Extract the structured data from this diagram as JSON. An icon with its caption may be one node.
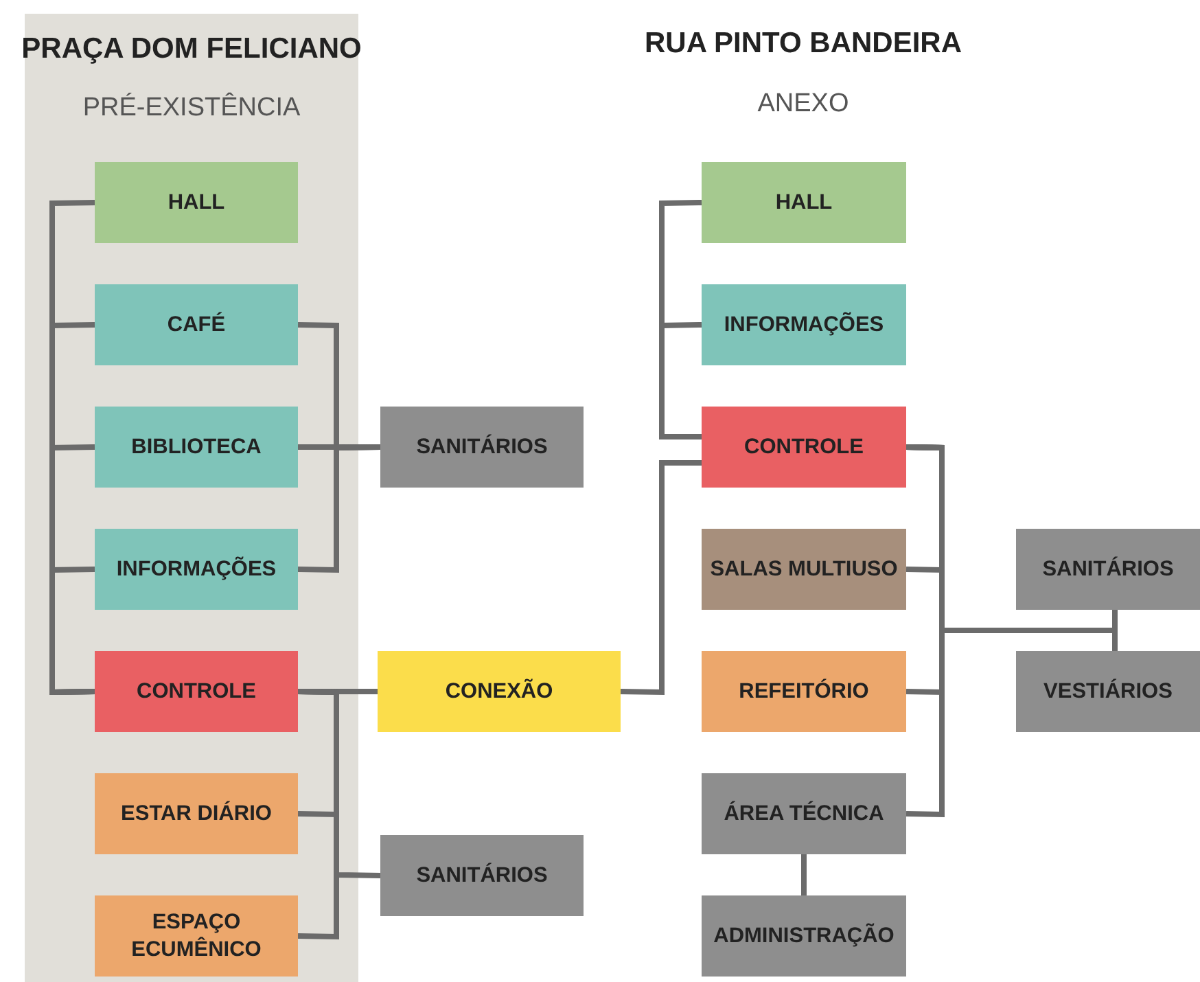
{
  "diagram": {
    "nodes": [
      {
        "text": [
          "PRAÇA DOM FELICIANO",
          "PRÉ-EXISTÊNCIA"
        ]
      },
      {
        "text": [
          "HALL"
        ],
        "in": 0
      },
      {
        "text": [
          "CAFÉ"
        ],
        "in": 0
      },
      {
        "text": [
          "BIBLIOTECA"
        ],
        "in": 0
      },
      {
        "text": [
          "INFORMAÇÕES"
        ],
        "in": 0
      },
      {
        "text": [
          "CONTROLE"
        ],
        "in": 0
      },
      {
        "text": [
          "ESTAR DIÁRIO"
        ],
        "in": 0
      },
      {
        "text": [
          "ESPAÇO ECUMÊNICO"
        ],
        "in": 0
      },
      {
        "text": [
          "SANITÁRIOS"
        ]
      },
      {
        "text": [
          "CONEXÃO"
        ]
      },
      {
        "text": [
          "SANITÁRIOS"
        ]
      },
      {
        "text": [
          "HALL"
        ]
      },
      {
        "text": [
          "INFORMAÇÕES"
        ]
      },
      {
        "text": [
          "CONTROLE"
        ]
      },
      {
        "text": [
          "SALAS MULTIUSO"
        ]
      },
      {
        "text": [
          "REFEITÓRIO"
        ]
      },
      {
        "text": [
          "ÁREA TÉCNICA"
        ]
      },
      {
        "text": [
          "ADMINISTRAÇÃO"
        ]
      },
      {
        "text": [
          "SANITÁRIOS"
        ]
      },
      {
        "text": [
          "VESTIÁRIOS"
        ]
      }
    ],
    "edges": [
      {
        "from": 5,
        "to": 1,
        "arrow": "none"
      },
      {
        "from": 5,
        "to": 2,
        "arrow": "none"
      },
      {
        "from": 5,
        "to": 3,
        "arrow": "none"
      },
      {
        "from": 5,
        "to": 4,
        "arrow": "none"
      },
      {
        "from": 2,
        "to": 8,
        "arrow": "none"
      },
      {
        "from": 3,
        "to": 8,
        "arrow": "none"
      },
      {
        "from": 4,
        "to": 8,
        "arrow": "none"
      },
      {
        "from": 5,
        "to": 9,
        "arrow": "none"
      },
      {
        "from": 5,
        "to": 6,
        "arrow": "none"
      },
      {
        "from": 5,
        "to": 7,
        "arrow": "none"
      },
      {
        "from": 5,
        "to": 10,
        "arrow": "none"
      },
      {
        "from": 9,
        "to": 13,
        "arrow": "none"
      },
      {
        "from": 13,
        "to": 11,
        "arrow": "none"
      },
      {
        "from": 13,
        "to": 12,
        "arrow": "none"
      },
      {
        "from": 13,
        "to": 14,
        "arrow": "none"
      },
      {
        "from": 13,
        "to": 15,
        "arrow": "none"
      },
      {
        "from": 13,
        "to": 16,
        "arrow": "none"
      },
      {
        "from": 13,
        "to": 18,
        "arrow": "none"
      },
      {
        "from": 13,
        "to": 19,
        "arrow": "none"
      },
      {
        "from": 16,
        "to": 17,
        "arrow": "none"
      }
    ],
    "labels": [
      "RUA PINTO BANDEIRA",
      "ANEXO"
    ]
  }
}
